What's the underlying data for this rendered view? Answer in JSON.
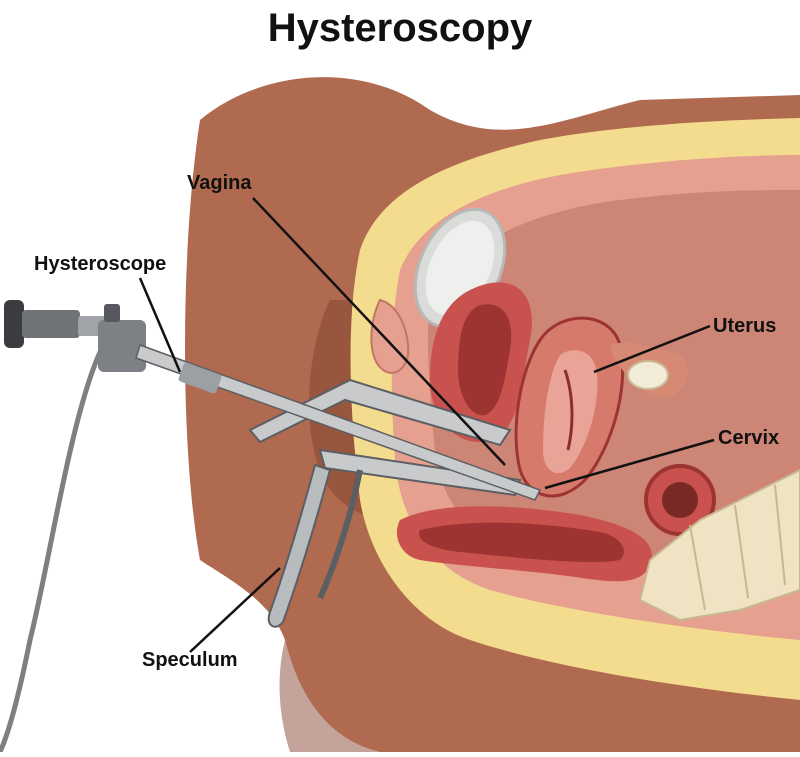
{
  "title": "Hysteroscopy",
  "labels": {
    "vagina": "Vagina",
    "hysteroscope": "Hysteroscope",
    "uterus": "Uterus",
    "cervix": "Cervix",
    "speculum": "Speculum"
  },
  "colors": {
    "skin": "#b06a4f",
    "skin_shadow": "#8a4a36",
    "fat": "#f3dc8e",
    "tissue_pink": "#e6a08f",
    "muscle": "#c9524f",
    "muscle_dark": "#9e3432",
    "bladder": "#e9ece9",
    "metal": "#c8cacc",
    "metal_dark": "#5b5e62",
    "bone": "#efe3c4",
    "cable": "#7d7f82"
  }
}
